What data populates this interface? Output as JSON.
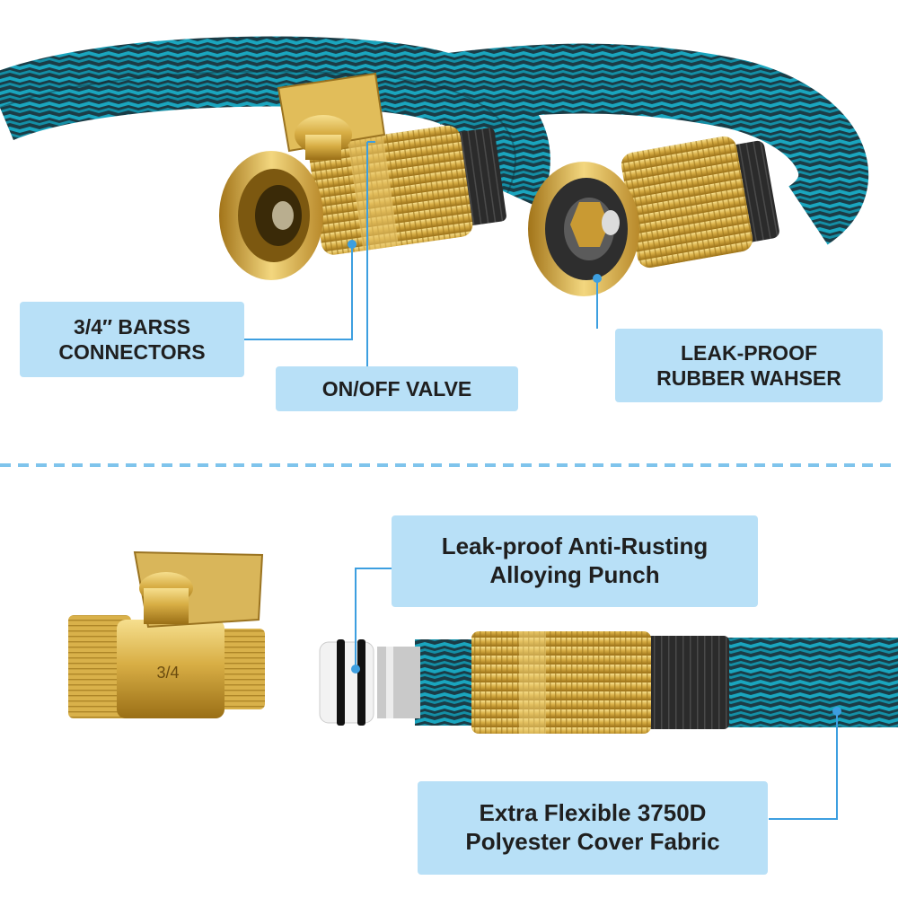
{
  "colors": {
    "callout_fill": "#b8e0f7",
    "leader_line": "#3d9fe0",
    "divider": "#7fc4ec",
    "hose_teal": "#1aa5be",
    "hose_dark": "#15363f",
    "brass": "#d8b24a"
  },
  "callouts": {
    "connectors": "3/4″ BARSS\nCONNECTORS",
    "valve": "ON/OFF VALVE",
    "washer": "LEAK-PROOF\nRUBBER WAHSER",
    "punch": "Leak-proof Anti-Rusting\nAlloying Punch",
    "fabric": "Extra Flexible 3750D\nPolyester Cover Fabric"
  },
  "engraving": "3/4"
}
